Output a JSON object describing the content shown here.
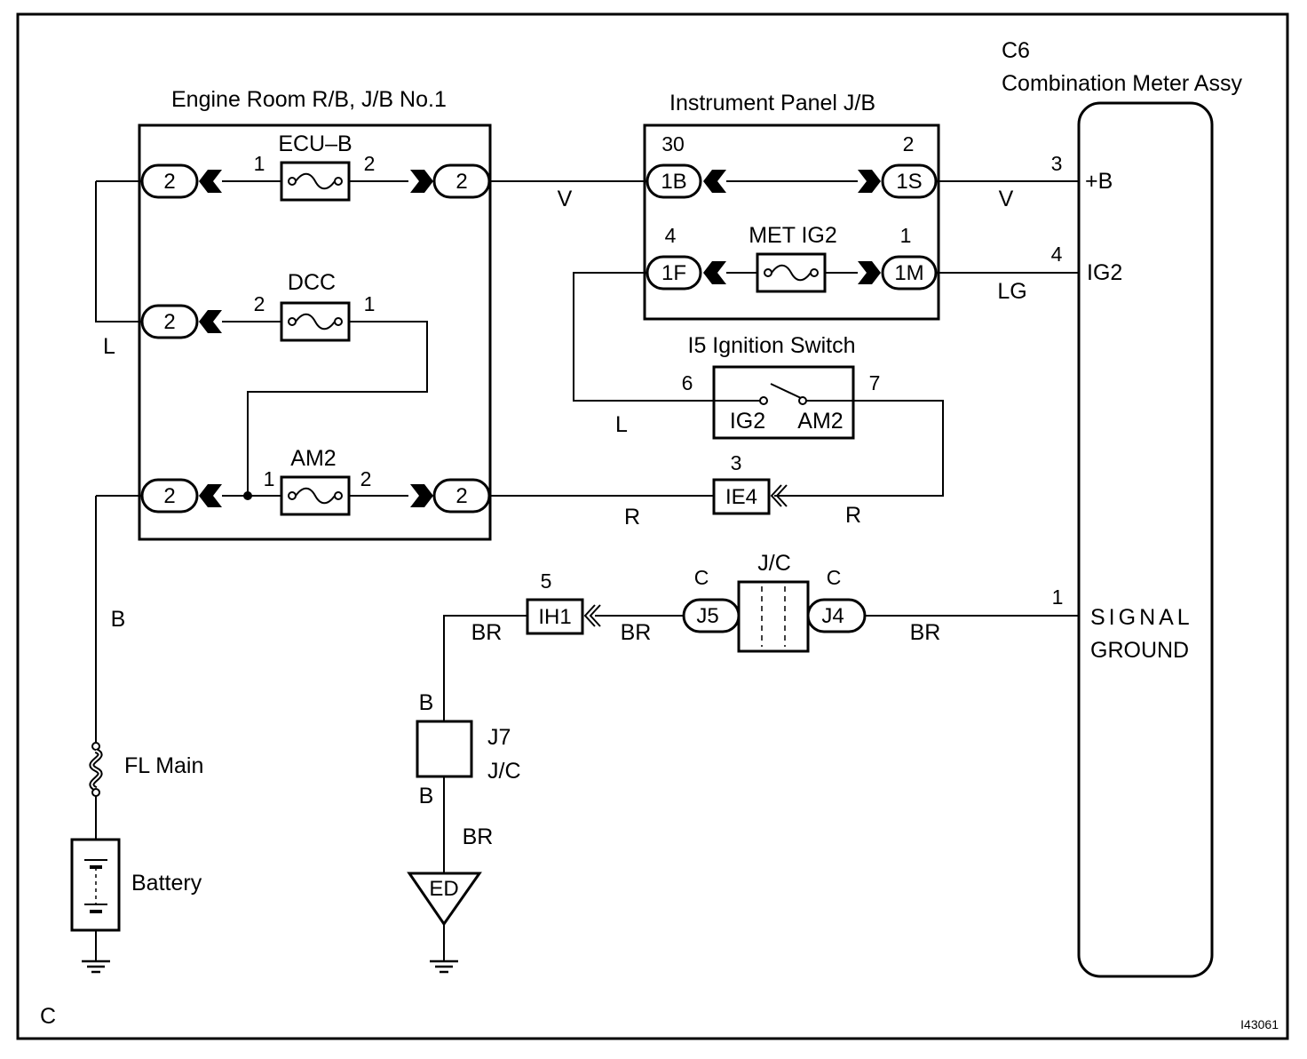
{
  "components": {
    "engine_room_jb": "Engine Room R/B, J/B No.1",
    "instrument_panel_jb": "Instrument Panel J/B",
    "meter_id": "C6",
    "meter_name": "Combination Meter Assy",
    "ignition_switch": "I5 Ignition Switch",
    "battery": "Battery",
    "fl_main": "FL Main",
    "jc_top": "J/C",
    "j7": "J7",
    "j7_jc": "J/C"
  },
  "fuses": {
    "ecub": "ECU–B",
    "dcc": "DCC",
    "am2": "AM2",
    "met_ig2": "MET IG2"
  },
  "meter_terminals": {
    "plus_b": "+B",
    "ig2": "IG2",
    "signal": "SIGNAL",
    "ground": "GROUND"
  },
  "switch_terminals": {
    "ig2": "IG2",
    "am2": "AM2"
  },
  "connectors": {
    "erjb_2a": "2",
    "erjb_2b": "2",
    "erjb_2c": "2",
    "erjb_2d": "2",
    "erjb_2e": "2",
    "ip_1b": "1B",
    "ip_1s": "1S",
    "ip_1f": "1F",
    "ip_1m": "1M",
    "ie4": "IE4",
    "ih1": "IH1",
    "j5": "J5",
    "j4": "J4",
    "ed": "ED"
  },
  "pins": {
    "ecub_1": "1",
    "ecub_2": "2",
    "dcc_2": "2",
    "dcc_1": "1",
    "am2_1": "1",
    "am2_2": "2",
    "ip_30": "30",
    "ip_2": "2",
    "ip_4": "4",
    "ip_1": "1",
    "meter_3": "3",
    "meter_4": "4",
    "meter_1": "1",
    "sw_6": "6",
    "sw_7": "7",
    "ie4_3": "3",
    "ih1_5": "5",
    "j5_c": "C",
    "j4_c": "C",
    "j7_b_top": "B",
    "j7_b_bot": "B"
  },
  "wires": {
    "v1": "V",
    "v2": "V",
    "lg": "LG",
    "l_left": "L",
    "l_sw": "L",
    "r1": "R",
    "r2": "R",
    "b_left": "B",
    "br1": "BR",
    "br2": "BR",
    "br3": "BR",
    "br4": "BR"
  },
  "corner_code": "C",
  "figure_id": "I43061"
}
